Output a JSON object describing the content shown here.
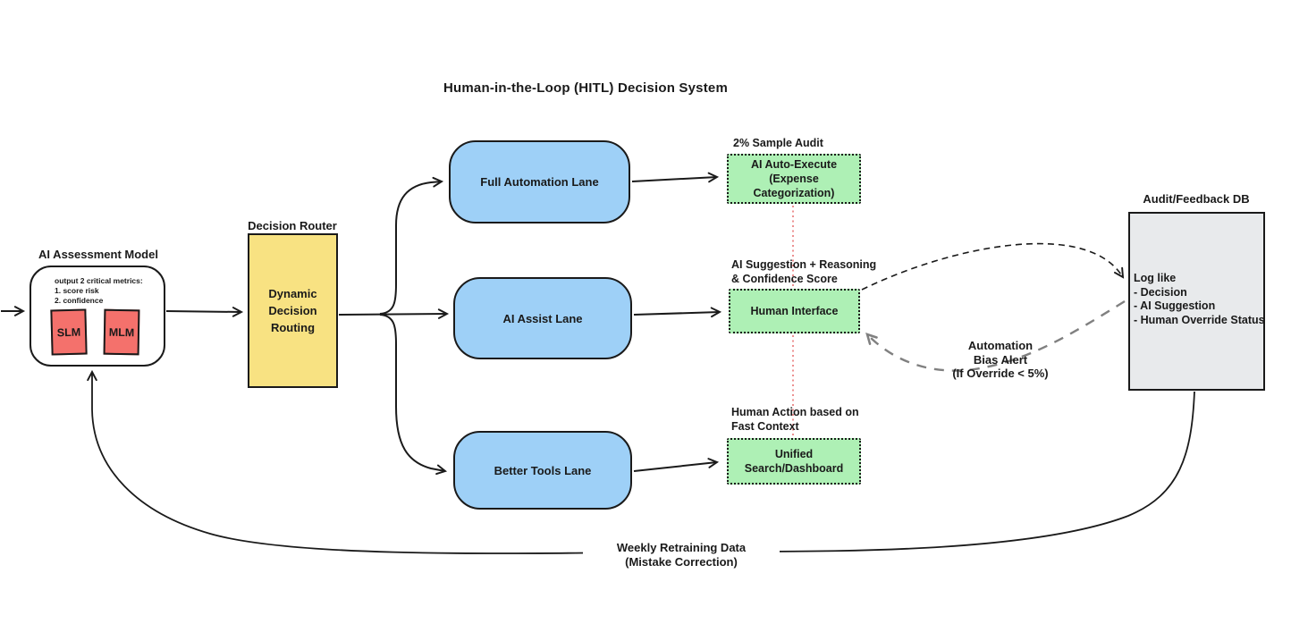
{
  "title": "Human-in-the-Loop (HITL) Decision System",
  "nodes": {
    "ai_assessment": {
      "label": "AI Assessment Model",
      "note": "output 2 critical metrics:\n1. score risk\n2. confidence",
      "slm_label": "SLM",
      "mlm_label": "MLM"
    },
    "decision_router": {
      "label": "Decision Router",
      "body": "Dynamic\nDecision\nRouting"
    },
    "lanes": {
      "full_automation": "Full Automation Lane",
      "ai_assist": "AI Assist Lane",
      "better_tools": "Better Tools Lane"
    },
    "outputs": {
      "ai_auto_execute": {
        "caption": "2% Sample Audit",
        "body": "AI Auto-Execute\n(Expense Categorization)"
      },
      "human_interface": {
        "caption": "AI Suggestion + Reasoning\n& Confidence Score",
        "body": "Human Interface"
      },
      "unified_search": {
        "caption": "Human Action based on\nFast Context",
        "body": "Unified\nSearch/Dashboard"
      }
    },
    "audit_db": {
      "label": "Audit/Feedback DB",
      "body": "Log like\n- Decision\n- AI Suggestion\n- Human Override Status"
    }
  },
  "annotations": {
    "automation_bias": "Automation\nBias Alert\n(If Override < 5%)",
    "weekly_retraining": "Weekly Retraining Data\n(Mistake Correction)"
  },
  "colors": {
    "lane_blue": "#9ED0F7",
    "router_yellow": "#F8E282",
    "output_green": "#AEF0B5",
    "model_red": "#F4716C",
    "db_gray": "#E8EAEC",
    "line_black": "#1a1a1a",
    "dash_gray": "#808080",
    "dotted_red": "#E25555"
  }
}
